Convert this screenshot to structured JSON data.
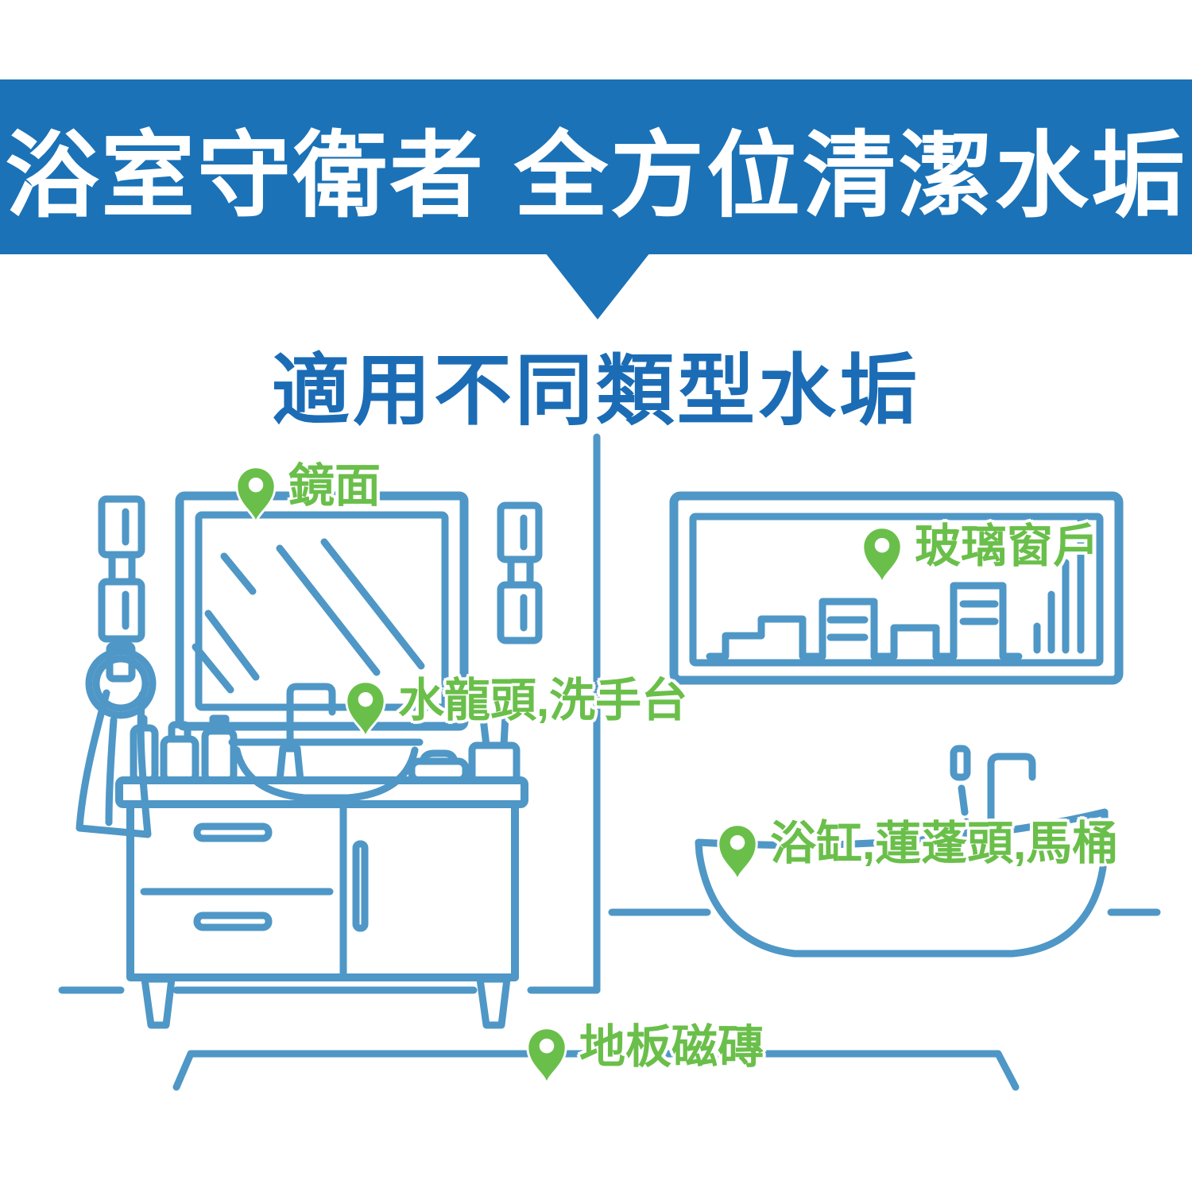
{
  "banner": {
    "title": "浴室守衛者 全方位清潔水垢"
  },
  "subtitle": {
    "text": "適用不同類型水垢"
  },
  "labels": {
    "mirror": "鏡面",
    "faucet_sink": "水龍頭,洗手台",
    "glass_window": "玻璃窗戶",
    "bathtub_shower_toilet": "浴缸,蓮蓬頭,馬桶",
    "floor_tiles": "地板磁磚"
  },
  "colors": {
    "banner_blue": "#1b72b7",
    "heading_blue": "#1b6cb5",
    "line_blue": "#4f97c6",
    "pin_green": "#6abf4a"
  }
}
